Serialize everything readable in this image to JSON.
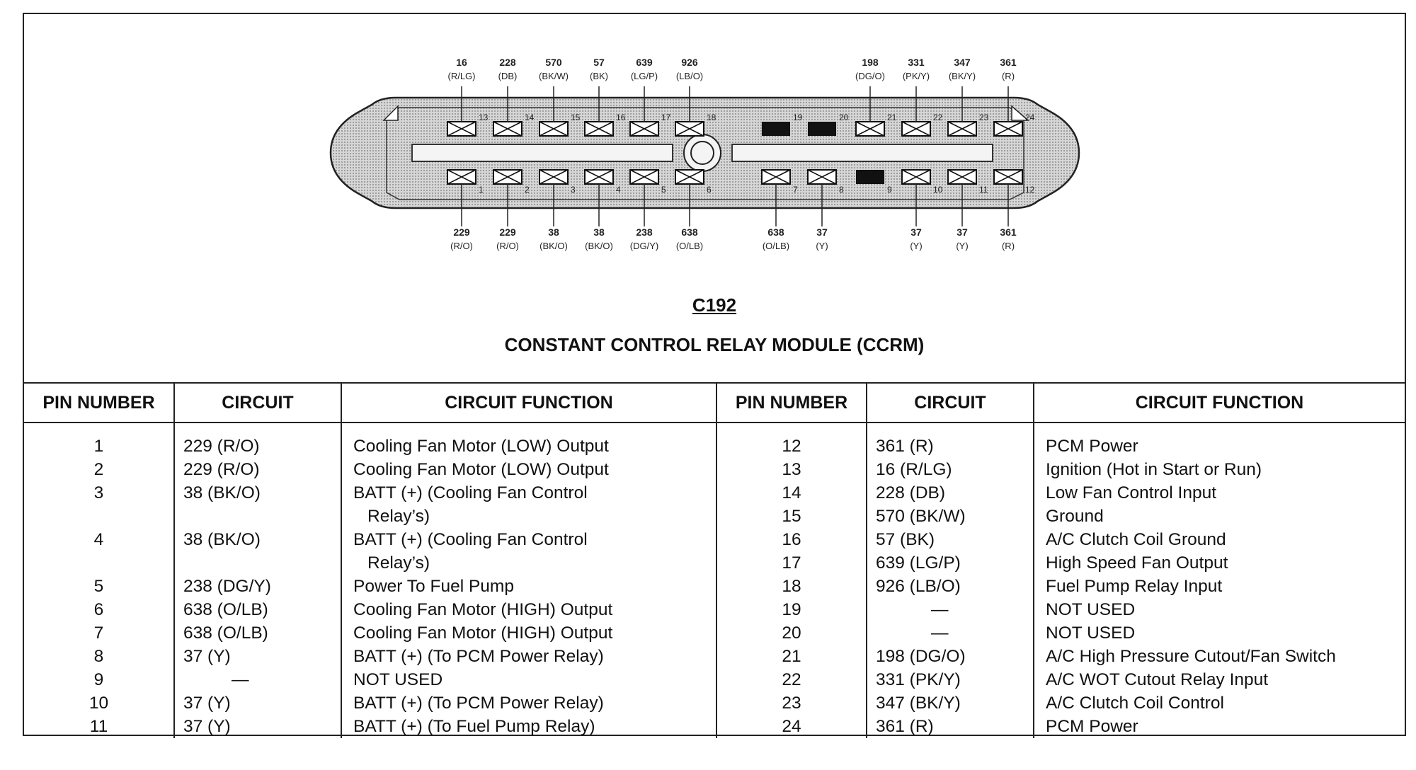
{
  "connector": {
    "name": "C192",
    "title": "CONSTANT CONTROL RELAY MODULE (CCRM)",
    "top_labels": [
      {
        "pin": "13",
        "num": "16",
        "color": "(R/LG)"
      },
      {
        "pin": "14",
        "num": "228",
        "color": "(DB)"
      },
      {
        "pin": "15",
        "num": "570",
        "color": "(BK/W)"
      },
      {
        "pin": "16",
        "num": "57",
        "color": "(BK)"
      },
      {
        "pin": "17",
        "num": "639",
        "color": "(LG/P)"
      },
      {
        "pin": "18",
        "num": "926",
        "color": "(LB/O)"
      },
      {
        "pin": "19",
        "num": "",
        "color": ""
      },
      {
        "pin": "20",
        "num": "",
        "color": ""
      },
      {
        "pin": "21",
        "num": "198",
        "color": "(DG/O)"
      },
      {
        "pin": "22",
        "num": "331",
        "color": "(PK/Y)"
      },
      {
        "pin": "23",
        "num": "347",
        "color": "(BK/Y)"
      },
      {
        "pin": "24",
        "num": "361",
        "color": "(R)"
      }
    ],
    "bottom_labels": [
      {
        "pin": "1",
        "num": "229",
        "color": "(R/O)"
      },
      {
        "pin": "2",
        "num": "229",
        "color": "(R/O)"
      },
      {
        "pin": "3",
        "num": "38",
        "color": "(BK/O)"
      },
      {
        "pin": "4",
        "num": "38",
        "color": "(BK/O)"
      },
      {
        "pin": "5",
        "num": "238",
        "color": "(DG/Y)"
      },
      {
        "pin": "6",
        "num": "638",
        "color": "(O/LB)"
      },
      {
        "pin": "7",
        "num": "638",
        "color": "(O/LB)"
      },
      {
        "pin": "8",
        "num": "37",
        "color": "(Y)"
      },
      {
        "pin": "9",
        "num": "",
        "color": ""
      },
      {
        "pin": "10",
        "num": "37",
        "color": "(Y)"
      },
      {
        "pin": "11",
        "num": "37",
        "color": "(Y)"
      },
      {
        "pin": "12",
        "num": "361",
        "color": "(R)"
      }
    ],
    "unused_pins": [
      "19",
      "20",
      "9"
    ]
  },
  "table": {
    "headers": [
      "PIN NUMBER",
      "CIRCUIT",
      "CIRCUIT FUNCTION",
      "PIN NUMBER",
      "CIRCUIT",
      "CIRCUIT FUNCTION"
    ],
    "left": {
      "pins": [
        "1",
        "2",
        "3",
        "",
        "4",
        "",
        "5",
        "6",
        "7",
        "8",
        "9",
        "10",
        "11"
      ],
      "circuits": [
        "229 (R/O)",
        "229 (R/O)",
        "38 (BK/O)",
        "",
        "38 (BK/O)",
        "",
        "238 (DG/Y)",
        "638 (O/LB)",
        "638 (O/LB)",
        "37 (Y)",
        "—",
        "37 (Y)",
        "37 (Y)"
      ],
      "functions": [
        "Cooling Fan Motor (LOW) Output",
        "Cooling Fan Motor (LOW) Output",
        "BATT (+) (Cooling Fan Control",
        "Relay’s)",
        "BATT (+) (Cooling Fan Control",
        "Relay’s)",
        "Power To Fuel Pump",
        "Cooling Fan Motor (HIGH) Output",
        "Cooling Fan Motor (HIGH) Output",
        "BATT (+) (To PCM Power Relay)",
        "NOT USED",
        "BATT (+) (To PCM Power Relay)",
        "BATT (+) (To Fuel Pump Relay)"
      ]
    },
    "right": {
      "pins": [
        "12",
        "13",
        "14",
        "15",
        "16",
        "17",
        "18",
        "19",
        "20",
        "21",
        "22",
        "23",
        "24"
      ],
      "circuits": [
        "361 (R)",
        "16 (R/LG)",
        "228 (DB)",
        "570 (BK/W)",
        "57 (BK)",
        "639 (LG/P)",
        "926 (LB/O)",
        "—",
        "—",
        "198 (DG/O)",
        "331 (PK/Y)",
        "347 (BK/Y)",
        "361 (R)"
      ],
      "functions": [
        "PCM Power",
        "Ignition (Hot in Start or Run)",
        "Low Fan Control Input",
        "Ground",
        "A/C Clutch Coil Ground",
        "High Speed Fan Output",
        "Fuel Pump Relay Input",
        "NOT USED",
        "NOT USED",
        "A/C High Pressure Cutout/Fan Switch",
        "A/C WOT Cutout Relay Input",
        "A/C Clutch Coil Control",
        "PCM Power"
      ]
    }
  }
}
